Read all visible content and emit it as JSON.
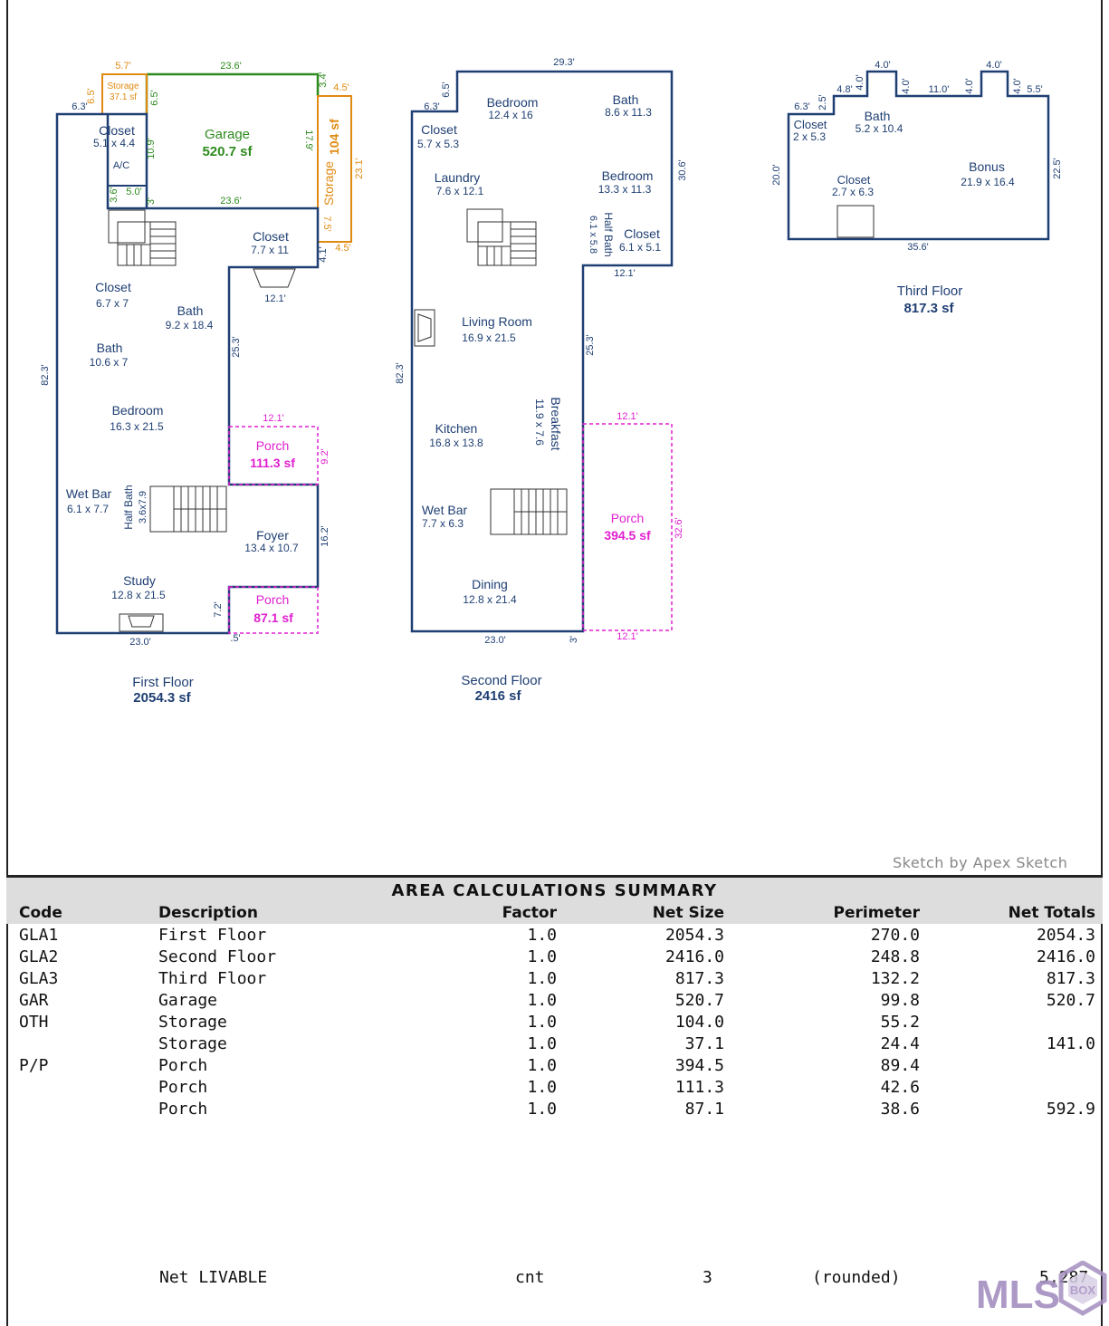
{
  "floors": [
    {
      "name": "First Floor",
      "area": "2054.3 sf",
      "dimensions": [
        "5.7'",
        "23.6'",
        "3.4'",
        "4.5'",
        "6.5'",
        "6.5'",
        "6.3'",
        "10.9'",
        "17.9'",
        "23.1'",
        "3.6'",
        "5.0'",
        "3'",
        "23.6'",
        "7.5'",
        "4.1'",
        "4.5'",
        "12.1'",
        "25.3'",
        "82.3'",
        "12.1'",
        "9.2'",
        "16.2'",
        "7.2'",
        "23.0'",
        ".5'"
      ],
      "rooms": [
        {
          "name": "Storage",
          "size": "37.1 sf"
        },
        {
          "name": "Garage",
          "size": "520.7 sf"
        },
        {
          "name": "Storage",
          "size": "104 sf"
        },
        {
          "name": "Closet",
          "size": "5.1 x 4.4"
        },
        {
          "name": "A/C",
          "size": ""
        },
        {
          "name": "Closet",
          "size": "7.7 x 11"
        },
        {
          "name": "Closet",
          "size": "6.7 x 7"
        },
        {
          "name": "Bath",
          "size": "9.2 x 18.4"
        },
        {
          "name": "Bath",
          "size": "10.6 x 7"
        },
        {
          "name": "Bedroom",
          "size": "16.3 x 21.5"
        },
        {
          "name": "Porch",
          "size": "111.3 sf"
        },
        {
          "name": "Wet Bar",
          "size": "6.1 x 7.7"
        },
        {
          "name": "Half Bath",
          "size": "3.6x7.9"
        },
        {
          "name": "Foyer",
          "size": "13.4 x 10.7"
        },
        {
          "name": "Study",
          "size": "12.8 x 21.5"
        },
        {
          "name": "Porch",
          "size": "87.1 sf"
        }
      ]
    },
    {
      "name": "Second Floor",
      "area": "2416 sf",
      "dimensions": [
        "29.3'",
        "6.5'",
        "6.3'",
        "30.6'",
        "12.1'",
        "25.3'",
        "82.3'",
        "12.1'",
        "32.6'",
        "23.0'",
        "3'",
        "12.1'"
      ],
      "rooms": [
        {
          "name": "Closet",
          "size": "5.7 x 5.3"
        },
        {
          "name": "Bedroom",
          "size": "12.4 x 16"
        },
        {
          "name": "Bath",
          "size": "8.6 x 11.3"
        },
        {
          "name": "Laundry",
          "size": "7.6 x 12.1"
        },
        {
          "name": "Bedroom",
          "size": "13.3 x 11.3"
        },
        {
          "name": "Half Bath",
          "size": "6.1 x 5.8"
        },
        {
          "name": "Closet",
          "size": "6.1 x 5.1"
        },
        {
          "name": "Living Room",
          "size": "16.9 x 21.5"
        },
        {
          "name": "Kitchen",
          "size": "16.8 x 13.8"
        },
        {
          "name": "Breakfast",
          "size": "11.9 x 7.6"
        },
        {
          "name": "Porch",
          "size": "394.5 sf"
        },
        {
          "name": "Wet Bar",
          "size": "7.7 x 6.3"
        },
        {
          "name": "Dining",
          "size": "12.8 x 21.4"
        }
      ]
    },
    {
      "name": "Third Floor",
      "area": "817.3 sf",
      "dimensions": [
        "4.0'",
        "4.0'",
        "6.3'",
        "2.5'",
        "4.8'",
        "4.0'",
        "4.0'",
        "11.0'",
        "4.0'",
        "4.0'",
        "5.5'",
        "20.0'",
        "22.5'",
        "35.6'"
      ],
      "rooms": [
        {
          "name": "Closet",
          "size": "2 x 5.3"
        },
        {
          "name": "Bath",
          "size": "5.2 x 10.4"
        },
        {
          "name": "Closet",
          "size": "2.7 x 6.3"
        },
        {
          "name": "Bonus",
          "size": "21.9 x 16.4"
        }
      ]
    }
  ],
  "sketch_credit": "Sketch by Apex Sketch",
  "summary": {
    "title": "AREA CALCULATIONS SUMMARY",
    "headers": [
      "Code",
      "Description",
      "Factor",
      "Net Size",
      "Perimeter",
      "Net Totals"
    ],
    "rows": [
      [
        "GLA1",
        "First Floor",
        "1.0",
        "2054.3",
        "270.0",
        "2054.3"
      ],
      [
        "GLA2",
        "Second Floor",
        "1.0",
        "2416.0",
        "248.8",
        "2416.0"
      ],
      [
        "GLA3",
        "Third Floor",
        "1.0",
        "817.3",
        "132.2",
        "817.3"
      ],
      [
        "GAR",
        "Garage",
        "1.0",
        "520.7",
        "99.8",
        "520.7"
      ],
      [
        "OTH",
        "Storage",
        "1.0",
        "104.0",
        "55.2",
        ""
      ],
      [
        "",
        "Storage",
        "1.0",
        "37.1",
        "24.4",
        "141.0"
      ],
      [
        "P/P",
        "Porch",
        "1.0",
        "394.5",
        "89.4",
        ""
      ],
      [
        "",
        "Porch",
        "1.0",
        "111.3",
        "42.6",
        ""
      ],
      [
        "",
        "Porch",
        "1.0",
        "87.1",
        "38.6",
        "592.9"
      ]
    ],
    "net_livable": {
      "label": "Net LIVABLE",
      "cnt_label": "cnt",
      "cnt": "3",
      "rounded_label": "(rounded)",
      "total": "5,287"
    }
  },
  "logo": {
    "text": "MLS",
    "badge": "BOX"
  },
  "colors": {
    "wall": "#1f3f73",
    "garage": "#2e8b1e",
    "storage": "#e08a12",
    "porch": "#e020d0",
    "text": "#1f3f73",
    "header_bg": "#dddddd"
  }
}
